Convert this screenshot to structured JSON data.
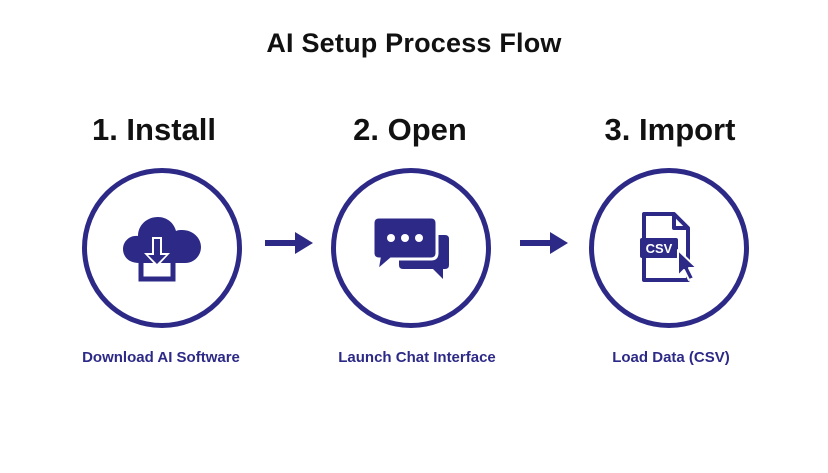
{
  "title": "AI Setup Process Flow",
  "colors": {
    "accent": "#2d2a87",
    "text": "#111111",
    "background": "#ffffff"
  },
  "steps": [
    {
      "heading": "1. Install",
      "icon": "cloud-download-icon",
      "caption": "Download AI Software"
    },
    {
      "heading": "2. Open",
      "icon": "chat-bubbles-icon",
      "caption": "Launch Chat Interface"
    },
    {
      "heading": "3. Import",
      "icon": "csv-file-icon",
      "file_label": "CSV",
      "caption": "Load Data (CSV)"
    }
  ]
}
